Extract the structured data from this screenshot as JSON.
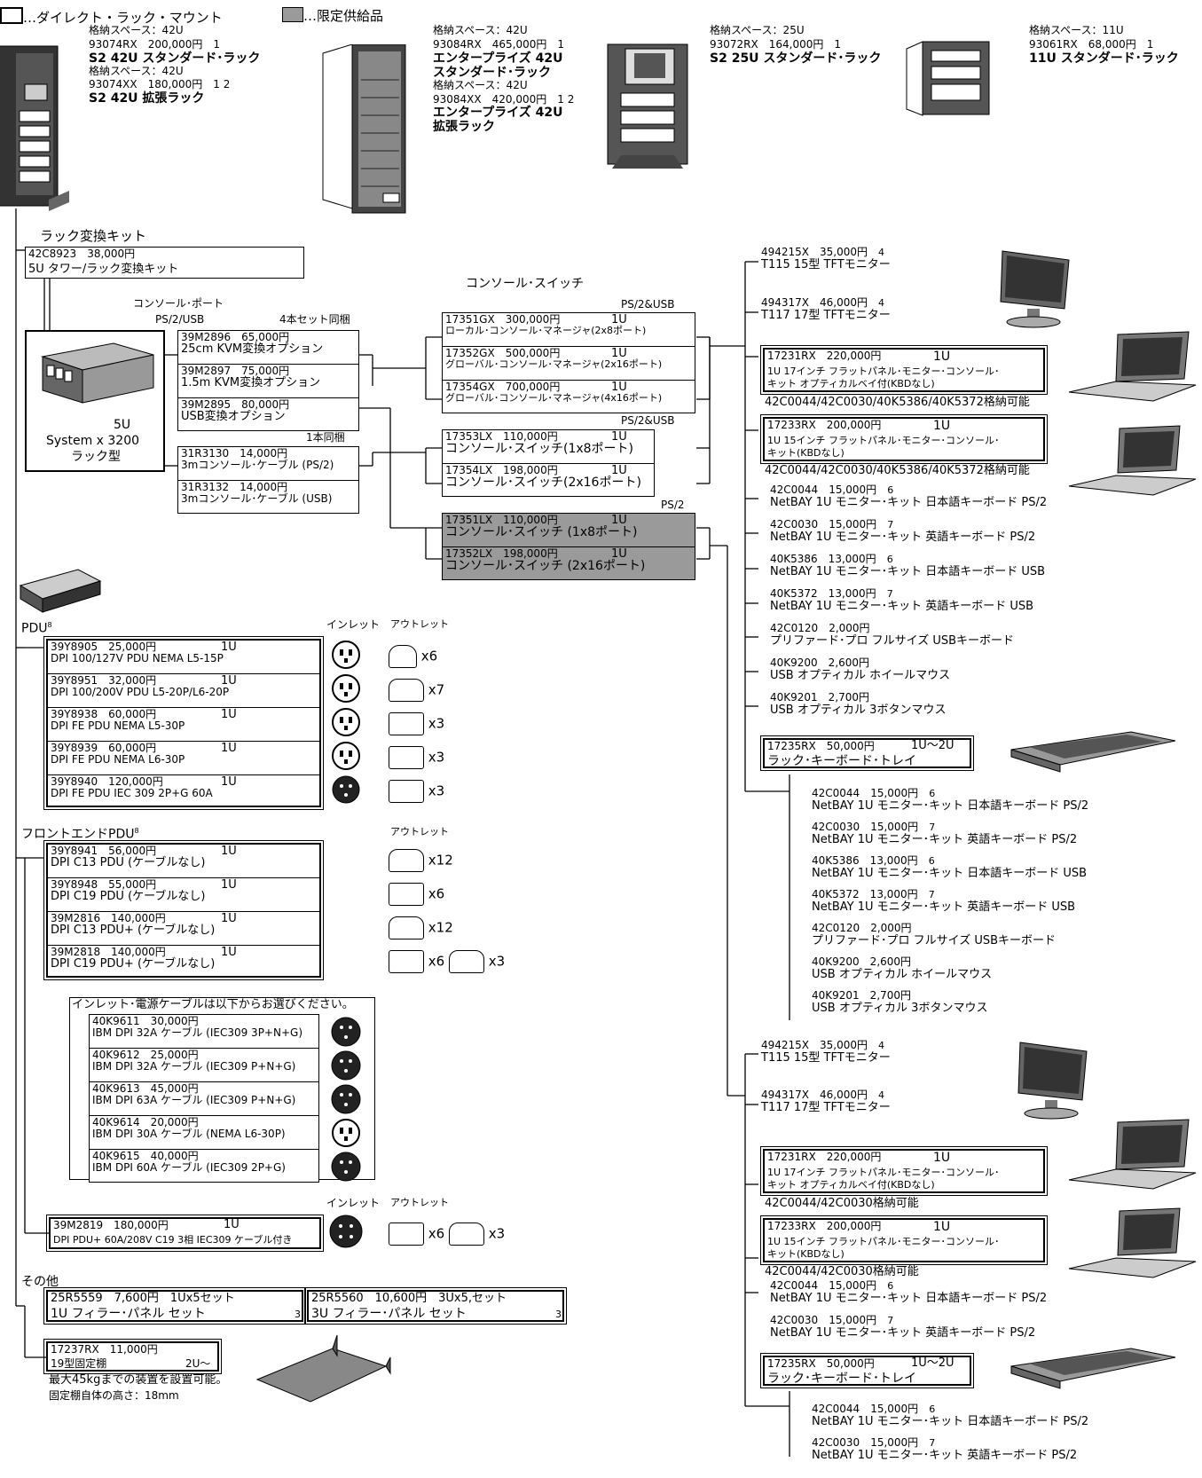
{
  "legend": {
    "direct_mount": "…ダイレクト・ラック・マウント",
    "limited": "…限定供給品"
  },
  "racks": [
    {
      "space": "格納スペース：42U",
      "part": "93074RX　200,000円　1",
      "name": "S2 42U スタンダード･ラック",
      "space2": "格納スペース：42U",
      "part2": "93074XX　180,000円　1 2",
      "name2": "S2 42U 拡張ラック"
    },
    {
      "space": "格納スペース：42U",
      "part": "93084RX　465,000円　1",
      "name": "エンタープライズ 42U",
      "name_b": "スタンダード･ラック",
      "space2": "格納スペース：42U",
      "part2": "93084XX　420,000円　1 2",
      "name2": "エンタープライズ 42U",
      "name2_b": "拡張ラック"
    },
    {
      "space": "格納スペース：25U",
      "part": "93072RX　164,000円　1",
      "name": "S2 25U スタンダード･ラック"
    },
    {
      "space": "格納スペース：11U",
      "part": "93061RX　68,000円　1",
      "name": "11U スタンダード･ラック"
    }
  ],
  "conv_kit": {
    "heading": "ラック変換キット",
    "part": "42C8923　38,000円",
    "name": "5U タワー/ラック変換キット"
  },
  "console_port": {
    "heading": "コンソール･ポート",
    "sub": "PS/2/USB",
    "bundle4": "4本セット同梱",
    "bundle1": "1本同梱"
  },
  "server": {
    "label1": "5U",
    "label2": "System x 3200",
    "label3": "ラック型"
  },
  "kvm_options": [
    {
      "part": "39M2896　65,000円",
      "name": "25cm KVM変換オプション"
    },
    {
      "part": "39M2897　75,000円",
      "name": "1.5m KVM変換オプション"
    },
    {
      "part": "39M2895　80,000円",
      "name": "USB変換オプション"
    }
  ],
  "cables": [
    {
      "part": "31R3130　14,000円",
      "name": "3mコンソール･ケーブル (PS/2)"
    },
    {
      "part": "31R3132　14,000円",
      "name": "3mコンソール･ケーブル (USB)"
    }
  ],
  "console_switch": {
    "heading": "コンソール･スイッチ",
    "ps2usb": "PS/2&USB",
    "ps2usb2": "PS/2&USB",
    "ps2": "PS/2",
    "group1": [
      {
        "part": "17351GX　300,000円",
        "u": "1U",
        "name": "ローカル･コンソール･マネージャ(2x8ポート)"
      },
      {
        "part": "17352GX　500,000円",
        "u": "1U",
        "name": "グローバル･コンソール･マネージャ(2x16ポート)"
      },
      {
        "part": "17354GX　700,000円",
        "u": "1U",
        "name": "グローバル･コンソール･マネージャ(4x16ポート)"
      }
    ],
    "group2": [
      {
        "part": "17353LX　110,000円",
        "u": "1U",
        "name": "コンソール･スイッチ(1x8ポート)"
      },
      {
        "part": "17354LX　198,000円",
        "u": "1U",
        "name": "コンソール･スイッチ(2x16ポート)"
      }
    ],
    "group3": [
      {
        "part": "17351LX　110,000円",
        "u": "1U",
        "name": "コンソール･スイッチ (1x8ポート)"
      },
      {
        "part": "17352LX　198,000円",
        "u": "1U",
        "name": "コンソール･スイッチ (2x16ポート)"
      }
    ]
  },
  "right_top": {
    "mon1": {
      "part": "494215X　35,000円",
      "note": "4",
      "name": "T115 15型 TFTモニター"
    },
    "mon2": {
      "part": "494317X　46,000円",
      "note": "4",
      "name": "T117 17型 TFTモニター"
    },
    "fp17": {
      "part": "17231RX　220,000円",
      "u": "1U",
      "name1": "1U 17インチ フラットパネル･モニター･コンソール･",
      "name2": "キット オプティカルベイ付(KBDなし)",
      "cap": "42C0044/42C0030/40K5386/40K5372格納可能"
    },
    "fp15": {
      "part": "17233RX　200,000円",
      "u": "1U",
      "name1": "1U 15インチ フラットパネル･モニター･コンソール･",
      "name2": "キット(KBDなし)",
      "cap": "42C0044/42C0030/40K5386/40K5372格納可能"
    },
    "kits": [
      {
        "part": "42C0044　15,000円",
        "note": "6",
        "name": "NetBAY 1U モニター･キット 日本語キーボード PS/2"
      },
      {
        "part": "42C0030　15,000円",
        "note": "7",
        "name": "NetBAY 1U モニター･キット 英語キーボード PS/2"
      },
      {
        "part": "40K5386　13,000円",
        "note": "6",
        "name": "NetBAY 1U モニター･キット 日本語キーボード USB"
      },
      {
        "part": "40K5372　13,000円",
        "note": "7",
        "name": "NetBAY 1U モニター･キット 英語キーボード USB"
      },
      {
        "part": "42C0120　2,000円",
        "note": "",
        "name": "プリファード･プロ フルサイズ USBキーボード"
      },
      {
        "part": "40K9200　2,600円",
        "note": "",
        "name": "USB オプティカル ホイールマウス"
      },
      {
        "part": "40K9201　2,700円",
        "note": "",
        "name": "USB オプティカル 3ボタンマウス"
      }
    ],
    "tray": {
      "part": "17235RX　50,000円",
      "u": "1U～2U",
      "name": "ラック･キーボード･トレイ"
    },
    "tray_kits": [
      {
        "part": "42C0044　15,000円",
        "note": "6",
        "name": "NetBAY 1U モニター･キット 日本語キーボード PS/2"
      },
      {
        "part": "42C0030　15,000円",
        "note": "7",
        "name": "NetBAY 1U モニター･キット 英語キーボード PS/2"
      },
      {
        "part": "40K5386　13,000円",
        "note": "6",
        "name": "NetBAY 1U モニター･キット 日本語キーボード USB"
      },
      {
        "part": "40K5372　13,000円",
        "note": "7",
        "name": "NetBAY 1U モニター･キット 英語キーボード USB"
      },
      {
        "part": "42C0120　2,000円",
        "note": "",
        "name": "プリファード･プロ フルサイズ USBキーボード"
      },
      {
        "part": "40K9200　2,600円",
        "note": "",
        "name": "USB オプティカル ホイールマウス"
      },
      {
        "part": "40K9201　2,700円",
        "note": "",
        "name": "USB オプティカル 3ボタンマウス"
      }
    ]
  },
  "right_bottom": {
    "mon1": {
      "part": "494215X　35,000円",
      "note": "4",
      "name": "T115 15型 TFTモニター"
    },
    "mon2": {
      "part": "494317X　46,000円",
      "note": "4",
      "name": "T117 17型 TFTモニター"
    },
    "fp17": {
      "part": "17231RX　220,000円",
      "u": "1U",
      "name1": "1U 17インチ フラットパネル･モニター･コンソール･",
      "name2": "キット オプティカルベイ付(KBDなし)",
      "cap": "42C0044/42C0030格納可能"
    },
    "fp15": {
      "part": "17233RX　200,000円",
      "u": "1U",
      "name1": "1U 15インチ フラットパネル･モニター･コンソール･",
      "name2": "キット(KBDなし)",
      "cap": "42C0044/42C0030格納可能"
    },
    "kits": [
      {
        "part": "42C0044　15,000円",
        "note": "6",
        "name": "NetBAY 1U モニター･キット 日本語キーボード PS/2"
      },
      {
        "part": "42C0030　15,000円",
        "note": "7",
        "name": "NetBAY 1U モニター･キット 英語キーボード PS/2"
      }
    ],
    "tray": {
      "part": "17235RX　50,000円",
      "u": "1U～2U",
      "name": "ラック･キーボード･トレイ"
    },
    "tray_kits": [
      {
        "part": "42C0044　15,000円",
        "note": "6",
        "name": "NetBAY 1U モニター･キット 日本語キーボード PS/2"
      },
      {
        "part": "42C0030　15,000円",
        "note": "7",
        "name": "NetBAY 1U モニター･キット 英語キーボード PS/2"
      }
    ]
  },
  "pdu": {
    "heading": "PDU",
    "note": "8",
    "inlet": "インレット",
    "outlet": "アウトレット",
    "items": [
      {
        "part": "39Y8905　25,000円",
        "u": "1U",
        "name": "DPI 100/127V PDU NEMA L5-15P",
        "count": "x6"
      },
      {
        "part": "39Y8951　32,000円",
        "u": "1U",
        "name": "DPI 100/200V PDU L5-20P/L6-20P",
        "count": "x7"
      },
      {
        "part": "39Y8938　60,000円",
        "u": "1U",
        "name": "DPI FE PDU NEMA L5-30P",
        "count": "x3"
      },
      {
        "part": "39Y8939　60,000円",
        "u": "1U",
        "name": "DPI FE PDU NEMA L6-30P",
        "count": "x3"
      },
      {
        "part": "39Y8940　120,000円",
        "u": "1U",
        "name": "DPI FE PDU IEC 309 2P+G 60A",
        "count": "x3"
      }
    ]
  },
  "fe_pdu": {
    "heading": "フロントエンドPDU",
    "note": "8",
    "outlet": "アウトレット",
    "items": [
      {
        "part": "39Y8941　56,000円",
        "u": "1U",
        "name": "DPI C13 PDU (ケーブルなし)",
        "count": "x12"
      },
      {
        "part": "39Y8948　55,000円",
        "u": "1U",
        "name": "DPI C19 PDU (ケーブルなし)",
        "count": "x6"
      },
      {
        "part": "39M2816　140,000円",
        "u": "1U",
        "name": "DPI C13 PDU+ (ケーブルなし)",
        "count": "x12"
      },
      {
        "part": "39M2818　140,000円",
        "u": "1U",
        "name": "DPI C19 PDU+ (ケーブルなし)",
        "count": "x6",
        "count2": "x3"
      }
    ]
  },
  "inlet_cables": {
    "heading": "インレット･電源ケーブルは以下からお選びください。",
    "items": [
      {
        "part": "40K9611　30,000円",
        "name": "IBM DPI 32A ケーブル (IEC309 3P+N+G)"
      },
      {
        "part": "40K9612　25,000円",
        "name": "IBM DPI 32A ケーブル (IEC309 P+N+G)"
      },
      {
        "part": "40K9613　45,000円",
        "name": "IBM DPI 63A ケーブル (IEC309 P+N+G)"
      },
      {
        "part": "40K9614　20,000円",
        "name": "IBM DPI 30A ケーブル (NEMA L6-30P)"
      },
      {
        "part": "40K9615　40,000円",
        "name": "IBM DPI 60A ケーブル (IEC309 2P+G)"
      }
    ]
  },
  "pdu3": {
    "inlet": "インレット",
    "outlet": "アウトレット",
    "part": "39M2819　180,000円",
    "u": "1U",
    "name": "DPI PDU+ 60A/208V C19 3相 IEC309 ケーブル付き",
    "count": "x6",
    "count2": "x3"
  },
  "other": {
    "heading": "その他",
    "f1": {
      "part": "25R5559　7,600円　1Ux5セット",
      "name": "1U フィラー･パネル セット",
      "note": "3"
    },
    "f2": {
      "part": "25R5560　10,600円　3Ux5,セット",
      "name": "3U フィラー･パネル セット",
      "note": "3"
    },
    "shelf": {
      "part": "17237RX　11,000円",
      "name": "19型固定棚",
      "u": "2U～",
      "desc1": "最大45kgまでの装置を設置可能。",
      "desc2": "固定棚自体の高さ：18mm"
    }
  }
}
